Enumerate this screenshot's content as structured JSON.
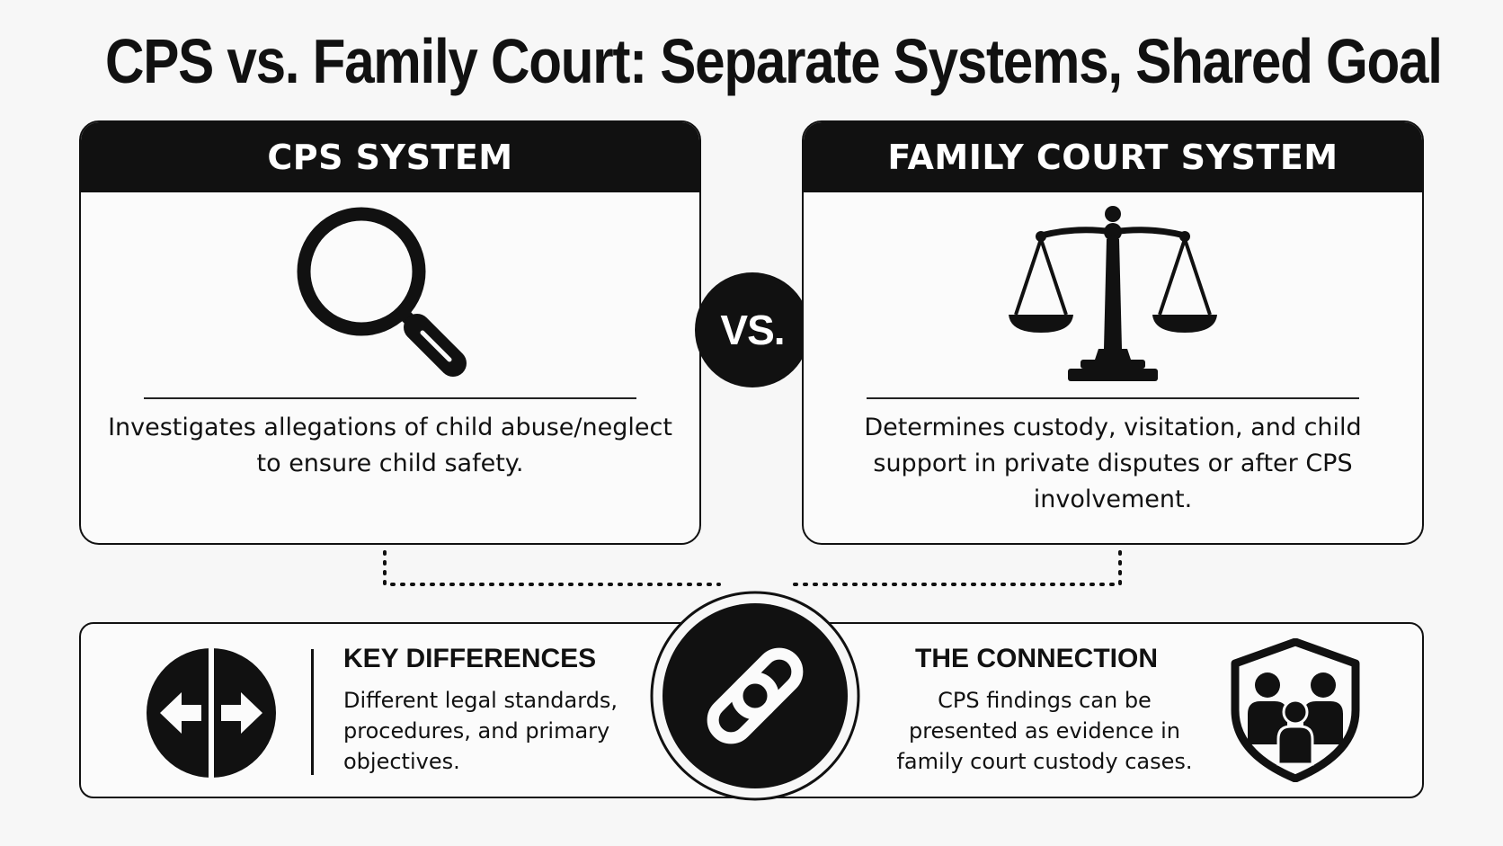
{
  "title": "CPS vs. Family Court: Separate Systems, Shared Goal",
  "cps": {
    "heading": "CPS SYSTEM",
    "icon": "magnifying-glass-icon",
    "description": "Investigates allegations of child abuse/neglect to ensure child safety."
  },
  "family_court": {
    "heading": "FAMILY COURT SYSTEM",
    "icon": "scales-of-justice-icon",
    "description": "Determines custody, visitation, and child support in private disputes or after CPS involvement."
  },
  "vs_label": "VS.",
  "key_differences": {
    "icon": "split-arrows-icon",
    "title": "KEY DIFFERENCES",
    "text": "Different legal standards, procedures, and primary objectives."
  },
  "connection": {
    "icon": "chain-link-icon",
    "title": "THE CONNECTION",
    "text": "CPS findings can be presented as evidence in family court custody cases.",
    "badge_icon": "family-shield-icon"
  },
  "colors": {
    "ink": "#111111",
    "background": "#f7f7f7"
  }
}
